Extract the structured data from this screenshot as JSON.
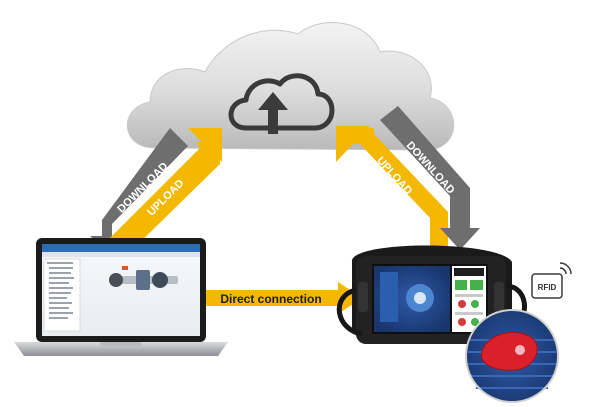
{
  "diagram": {
    "arrow_left_outer": "DOWNLOAD",
    "arrow_left_inner": "UPLOAD",
    "arrow_right_inner": "UPLOAD",
    "arrow_right_outer": "DOWNLOAD",
    "direct_connection": "Direct connection",
    "rfid_label": "RFID"
  },
  "colors": {
    "accent_yellow": "#f4b800",
    "arrow_gray": "#6e6e6e",
    "cloud_light": "#e8e8e8",
    "cloud_dark": "#b5b5b5"
  },
  "icons": [
    "cloud-upload-icon",
    "rfid-icon",
    "laptop-icon",
    "tablet-device-icon",
    "rfid-tag-icon"
  ]
}
